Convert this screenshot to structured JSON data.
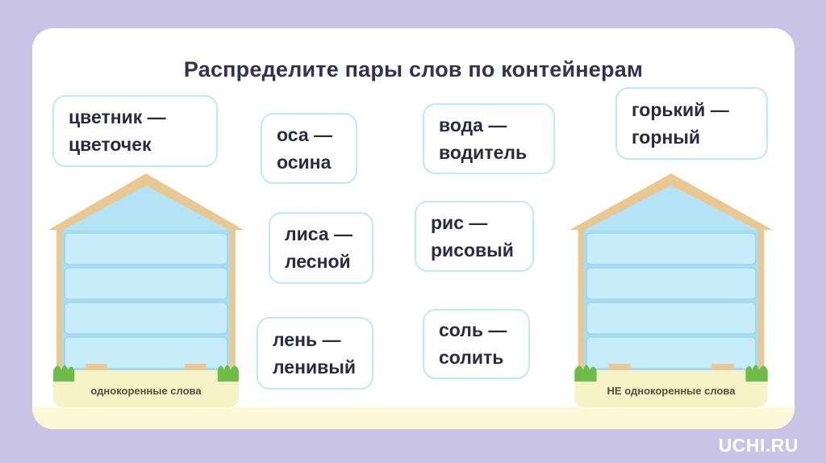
{
  "title": "Распределите пары слов по контейнерам",
  "cards": [
    {
      "line1": "цветник —",
      "line2": "цветочек"
    },
    {
      "line1": "оса —",
      "line2": "осина"
    },
    {
      "line1": "вода —",
      "line2": "водитель"
    },
    {
      "line1": "горький —",
      "line2": "горный"
    },
    {
      "line1": "лиса —",
      "line2": "лесной"
    },
    {
      "line1": "рис —",
      "line2": "рисовый"
    },
    {
      "line1": "лень —",
      "line2": "ленивый"
    },
    {
      "line1": "соль —",
      "line2": "солить"
    }
  ],
  "containers": [
    {
      "label": "однокоренные слова"
    },
    {
      "label": "НЕ однокоренные слова"
    }
  ],
  "logo": "UCHI.RU",
  "colors": {
    "background": "#c9c3e6",
    "panel": "#ffffff",
    "title_text": "#33334f",
    "card_border": "#bfe8f7",
    "card_text": "#2a2a42",
    "house_roof": "#eac893",
    "house_slat": "#c7edfb",
    "house_base": "#f7f3c8",
    "grass": "#6cbc45",
    "footer_strip": "#fbf7d7",
    "logo_text": "#ffffff"
  }
}
